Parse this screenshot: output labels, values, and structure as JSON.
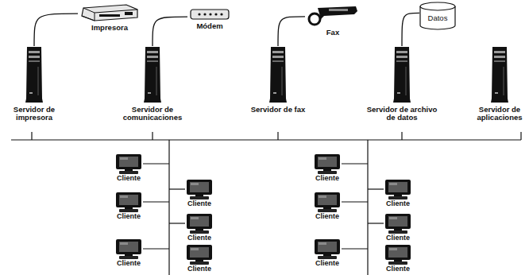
{
  "diagram": {
    "nodes": [
      {
        "text": [
          "Impresora"
        ]
      },
      {
        "text": [
          "Módem"
        ]
      },
      {
        "text": [
          "Fax"
        ]
      },
      {
        "text": [
          "Datos"
        ]
      },
      {
        "text": [
          "Servidor de impresora"
        ]
      },
      {
        "text": [
          "Servidor de comunicaciones"
        ]
      },
      {
        "text": [
          "Servidor de fax"
        ]
      },
      {
        "text": [
          "Servidor de archivo de datos"
        ]
      },
      {
        "text": [
          "Servidor de aplicaciones"
        ]
      },
      {
        "text": [
          "Cliente"
        ]
      },
      {
        "text": [
          "Cliente"
        ]
      },
      {
        "text": [
          "Cliente"
        ]
      },
      {
        "text": [
          "Cliente"
        ]
      },
      {
        "text": [
          "Cliente"
        ]
      },
      {
        "text": [
          "Cliente"
        ]
      },
      {
        "text": [
          "Cliente"
        ]
      },
      {
        "text": [
          "Cliente"
        ]
      },
      {
        "text": [
          "Cliente"
        ]
      },
      {
        "text": [
          "Cliente"
        ]
      },
      {
        "text": [
          "Cliente"
        ]
      },
      {
        "text": [
          "Cliente"
        ]
      }
    ],
    "edges": [
      {
        "from": 0,
        "to": 4,
        "arrow": "none"
      },
      {
        "from": 1,
        "to": 5,
        "arrow": "none"
      },
      {
        "from": 2,
        "to": 6,
        "arrow": "none"
      },
      {
        "from": 3,
        "to": 7,
        "arrow": "none"
      }
    ]
  }
}
